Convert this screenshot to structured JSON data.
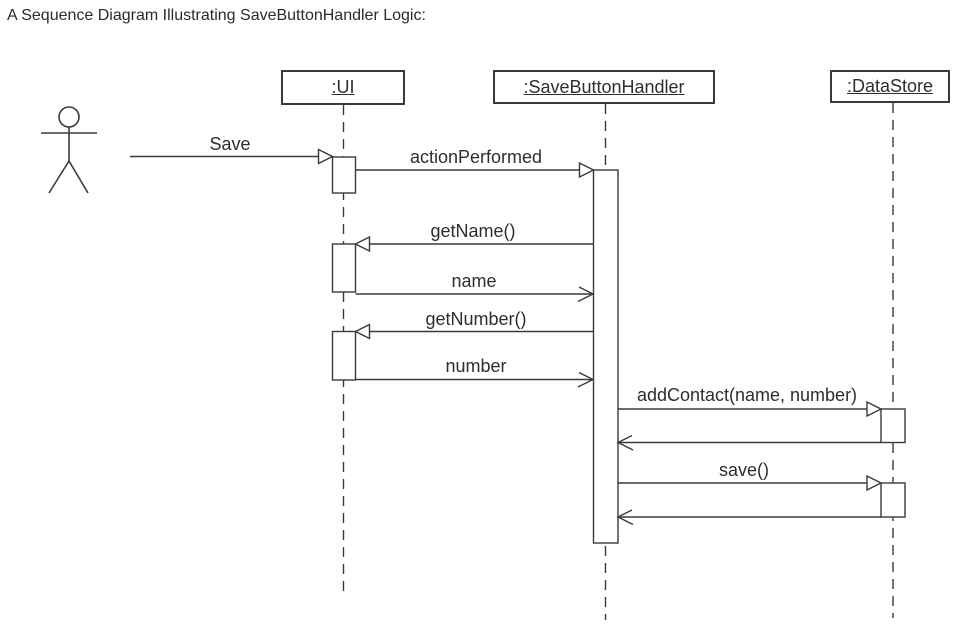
{
  "page": {
    "title": "A Sequence Diagram Illustrating SaveButtonHandler Logic:"
  },
  "diagram": {
    "type": "uml-sequence-diagram",
    "colors": {
      "line": "#3a3a3a",
      "text": "#2e2e2e",
      "background": "#ffffff"
    },
    "actor": {
      "icon": "stick-figure-actor"
    },
    "lifelines": [
      {
        "label": ":UI"
      },
      {
        "label": ":SaveButtonHandler"
      },
      {
        "label": ":DataStore"
      }
    ],
    "messages": [
      {
        "label": "Save",
        "from": "actor",
        "to": ":UI",
        "kind": "call"
      },
      {
        "label": "actionPerformed",
        "from": ":UI",
        "to": ":SaveButtonHandler",
        "kind": "call"
      },
      {
        "label": "getName()",
        "from": ":SaveButtonHandler",
        "to": ":UI",
        "kind": "call"
      },
      {
        "label": "name",
        "from": ":UI",
        "to": ":SaveButtonHandler",
        "kind": "return"
      },
      {
        "label": "getNumber()",
        "from": ":SaveButtonHandler",
        "to": ":UI",
        "kind": "call"
      },
      {
        "label": "number",
        "from": ":UI",
        "to": ":SaveButtonHandler",
        "kind": "return"
      },
      {
        "label": "addContact(name, number)",
        "from": ":SaveButtonHandler",
        "to": ":DataStore",
        "kind": "call"
      },
      {
        "label": "",
        "from": ":DataStore",
        "to": ":SaveButtonHandler",
        "kind": "return"
      },
      {
        "label": "save()",
        "from": ":SaveButtonHandler",
        "to": ":DataStore",
        "kind": "call"
      },
      {
        "label": "",
        "from": ":DataStore",
        "to": ":SaveButtonHandler",
        "kind": "return"
      }
    ]
  }
}
